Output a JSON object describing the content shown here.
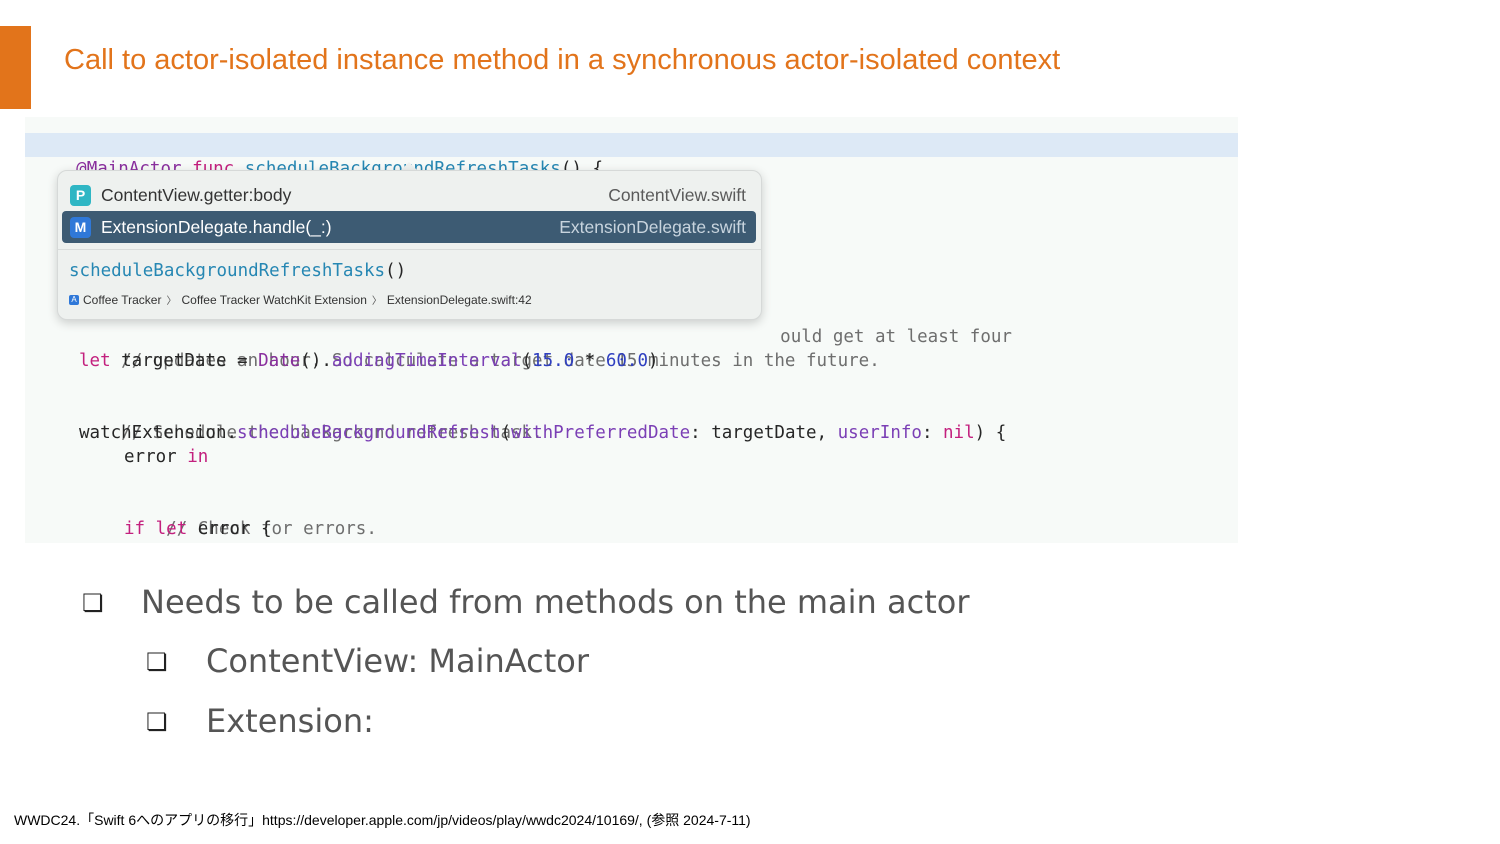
{
  "title": "Call to actor-isolated instance method in a synchronous actor-isolated context",
  "code": {
    "line1": {
      "attr": "@MainActor",
      "kw": "func",
      "name": "scheduleBackgroundRefreshTasks",
      "rest": "() {"
    },
    "line_hidden_tail": "ould get at least four",
    "comment1": "// updates an hour. So calculate a target date 15 minutes in the future.",
    "line_let": {
      "kw": "let",
      "var": " targetDate = ",
      "type": "Date",
      "dot": "().",
      "method": "addingTimeInterval",
      "open": "(",
      "n1": "15.0",
      "op": " * ",
      "n2": "60.0",
      "close": ")"
    },
    "comment2": "// Schedule the background refresh task.",
    "line_watch": {
      "obj": "watchExtension.",
      "method": "scheduleBackgroundRefresh",
      "open": "(",
      "label1": "withPreferredDate",
      "mid": ": targetDate, ",
      "label2": "userInfo",
      "colon": ": ",
      "nil": "nil",
      "close": ") {"
    },
    "line_error": {
      "text": "error ",
      "kw": "in"
    },
    "comment3": "// Check for errors.",
    "line_if": {
      "kw1": "if",
      "kw2": "let",
      "rest": " error {"
    }
  },
  "popup": {
    "items": [
      {
        "badge": "P",
        "name": "ContentView.getter:body",
        "file": "ContentView.swift",
        "selected": false
      },
      {
        "badge": "M",
        "name": "ExtensionDelegate.handle(_:)",
        "file": "ExtensionDelegate.swift",
        "selected": true
      }
    ],
    "function_name": "scheduleBackgroundRefreshTasks",
    "function_parens": "()",
    "path": [
      "Coffee Tracker",
      "Coffee Tracker WatchKit Extension",
      "ExtensionDelegate.swift:42"
    ],
    "path_separator": "〉"
  },
  "bullets": {
    "marker": "❏",
    "b1": "Needs to be called from methods on the main actor",
    "b2": "ContentView: MainActor",
    "b3": "Extension:"
  },
  "footnote": "WWDC24.「Swift 6へのアプリの移行」https://developer.apple.com/jp/videos/play/wwdc2024/10169/, (参照 2024-7-11)",
  "colors": {
    "accent": "#e2741b",
    "keyword": "#c3207e",
    "function": "#2687b3",
    "selection": "#3d5b73"
  }
}
